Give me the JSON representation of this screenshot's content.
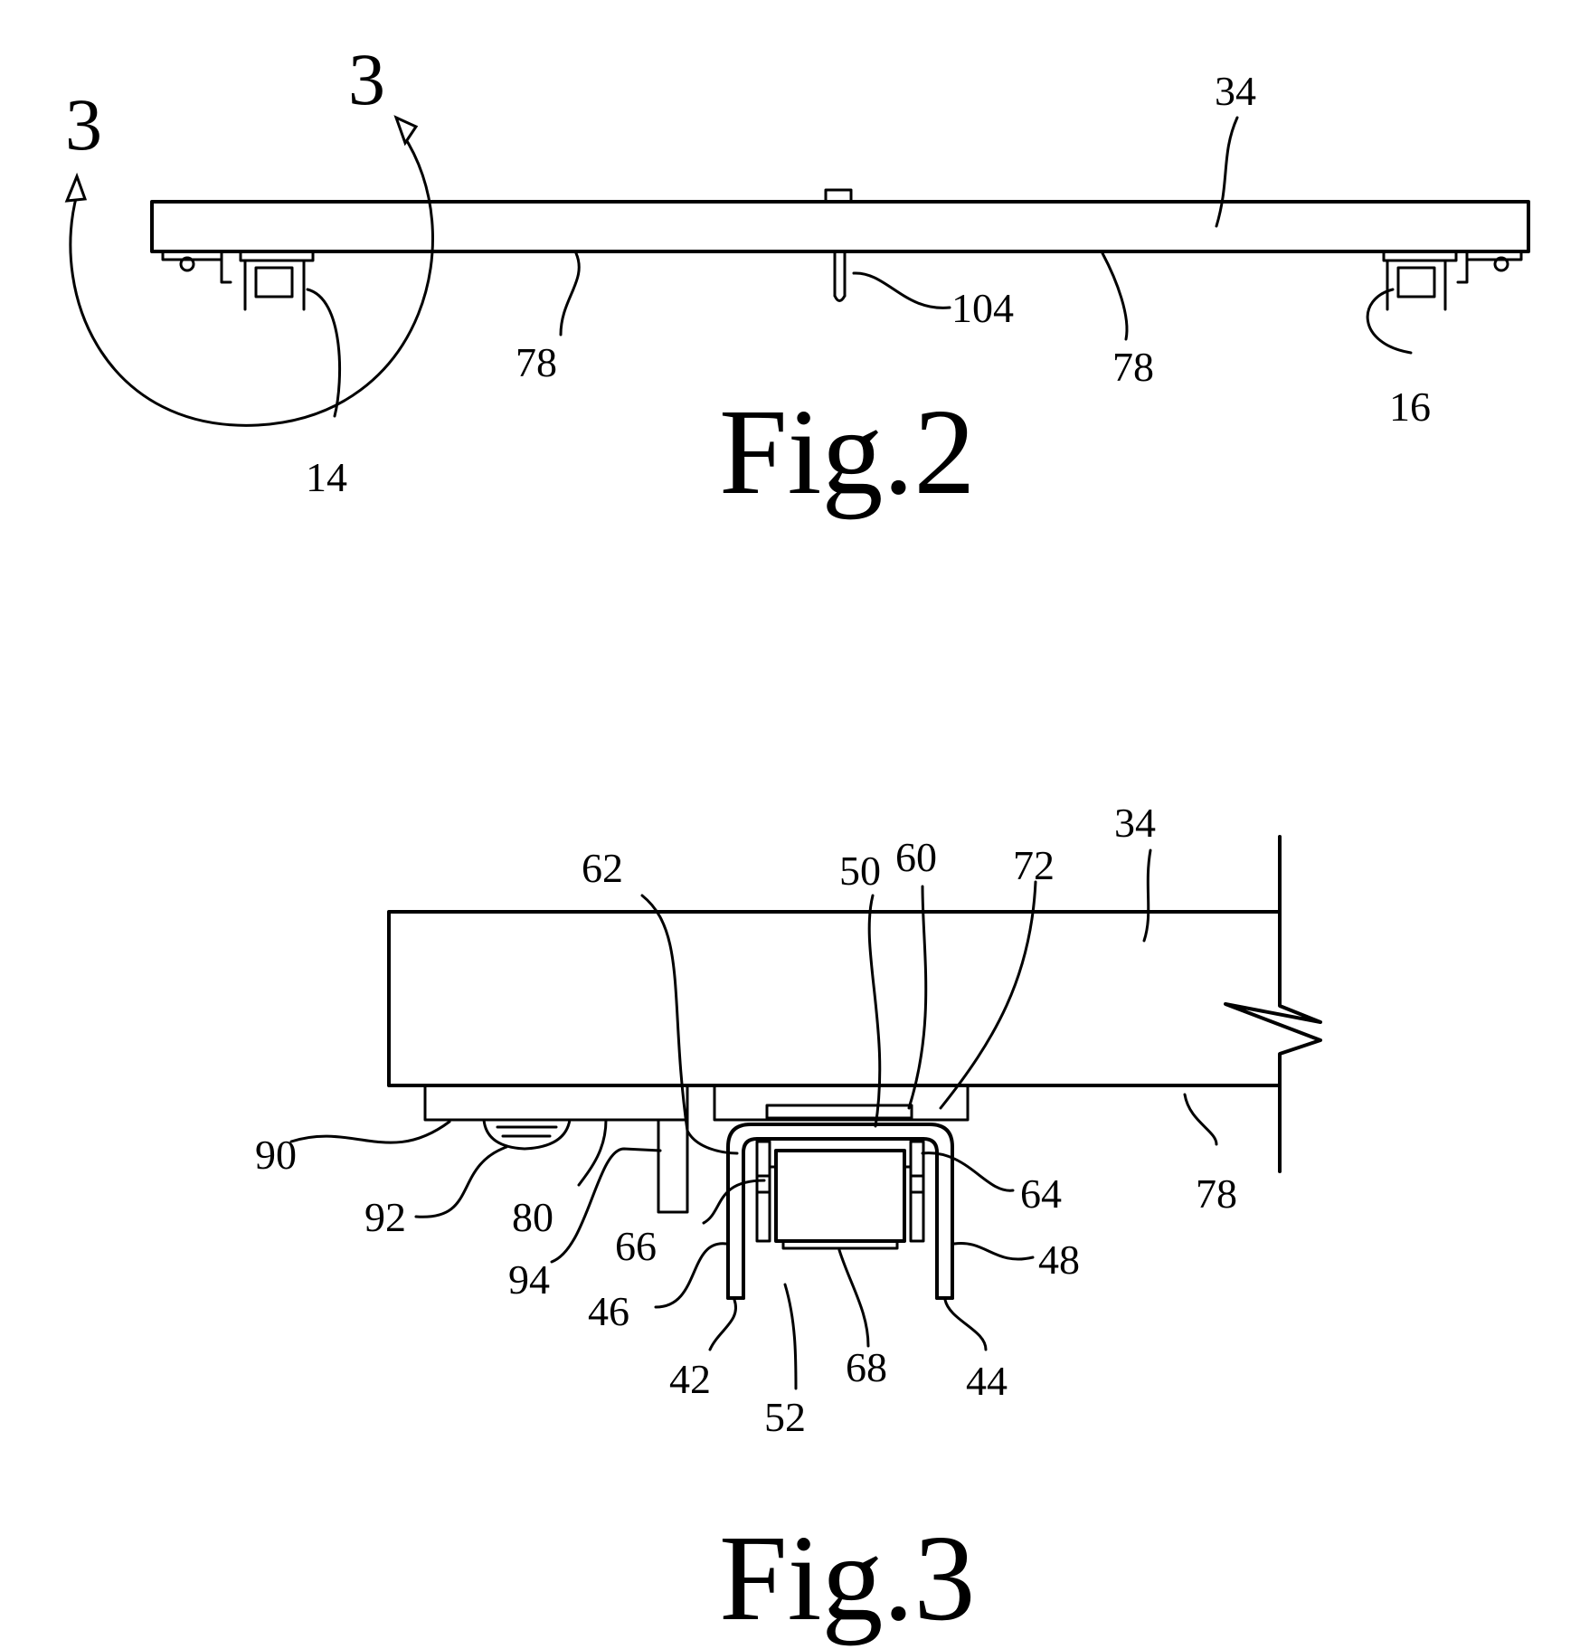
{
  "figures": {
    "fig2": {
      "caption": "Fig.2",
      "section_labels": [
        "3",
        "3"
      ],
      "refs": {
        "board": "34",
        "surface_left": "78",
        "surface_right": "78",
        "pin": "104",
        "wheel_left": "14",
        "wheel_right": "16"
      }
    },
    "fig3": {
      "caption": "Fig.3",
      "refs": {
        "board": "34",
        "r62": "62",
        "r50": "50",
        "r60": "60",
        "r72": "72",
        "r90": "90",
        "r92": "92",
        "r80": "80",
        "r94": "94",
        "r66": "66",
        "r64": "64",
        "r78": "78",
        "r46": "46",
        "r48": "48",
        "r42": "42",
        "r52": "52",
        "r68": "68",
        "r44": "44"
      }
    }
  }
}
